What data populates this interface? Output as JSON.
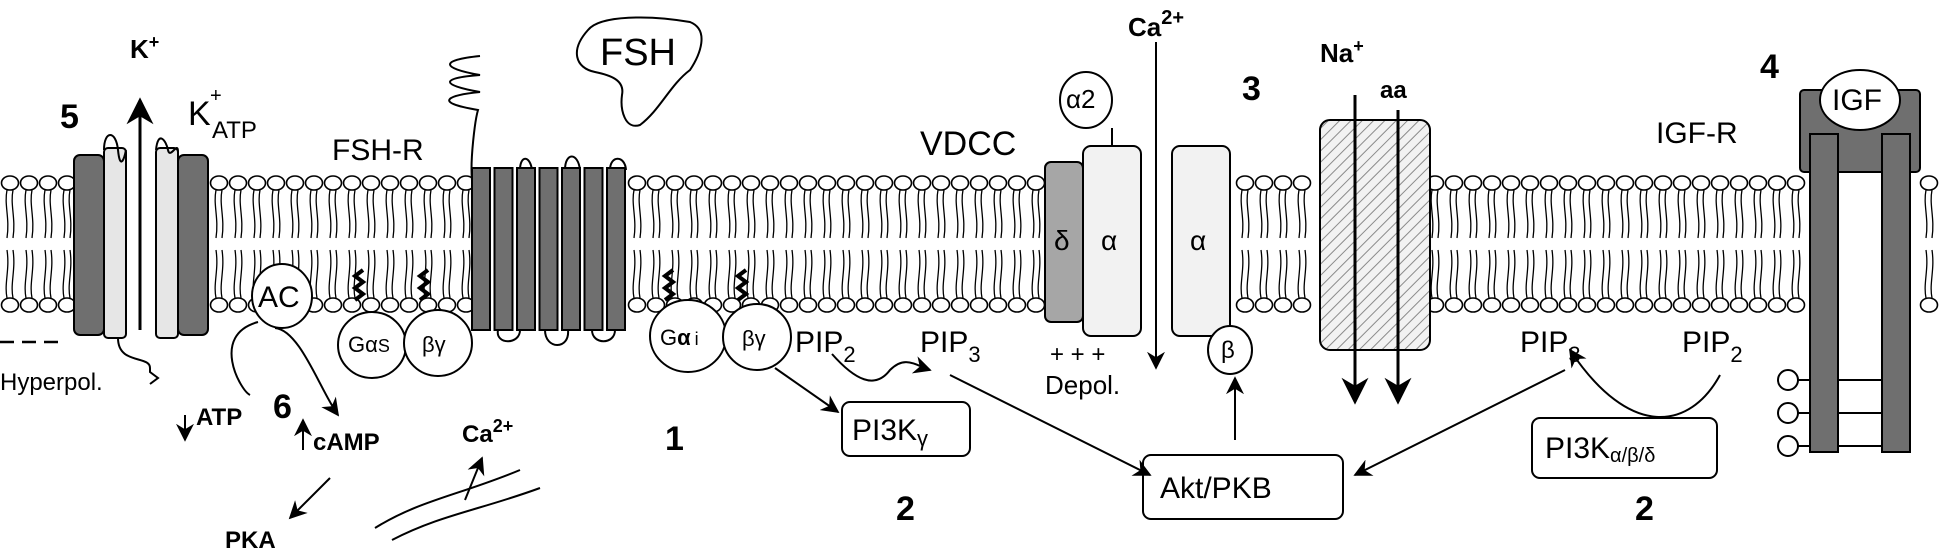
{
  "labels": {
    "n5": "5",
    "n6": "6",
    "n1": "1",
    "n2a": "2",
    "n2b": "2",
    "n3": "3",
    "n4": "4",
    "k_ion": "K",
    "k_charge": "+",
    "katp_k": "K",
    "katp_plus": "+",
    "katp_sub": "ATP",
    "fsh": "FSH",
    "fshr": "FSH-R",
    "vdcc": "VDCC",
    "igfr": "IGF-R",
    "igf": "IGF",
    "ca_top": "Ca",
    "ca_top_sup": "2+",
    "na": "Na",
    "na_sup": "+",
    "aa": "aa",
    "hyperpol": "Hyperpol.",
    "atp": "ATP",
    "camp": "cAMP",
    "pka": "PKA",
    "ca_low": "Ca",
    "ca_low_sup": "2+",
    "ac": "AC",
    "gas_g": "G",
    "gas_a": "α",
    "gas_s": "S",
    "bg1": "βγ",
    "gai_g": "G",
    "gai_a": "α",
    "gai_i": "i",
    "bg2": "βγ",
    "pip2_left": "PIP",
    "pip2_left_sub": "2",
    "pip3_left": "PIP",
    "pip3_left_sub": "3",
    "pip3_right": "PIP",
    "pip3_right_sub": "3",
    "pip2_right": "PIP",
    "pip2_right_sub": "2",
    "pi3kg": "PI3K",
    "pi3kg_sub": "γ",
    "pi3kabd": "PI3K",
    "pi3kabd_sub": "α/β/δ",
    "akt": "Akt/PKB",
    "delta": "δ",
    "alpha1": "α",
    "alpha2_glyph": "α",
    "alpha2_num": "2",
    "alpha3": "α",
    "beta": "β",
    "depol_charges": "+ + +",
    "depol": "Depol."
  },
  "colors": {
    "dark_gray": "#6f6f6f",
    "mid_gray": "#a6a6a6",
    "light_gray": "#e6e6e6",
    "line": "#000000"
  }
}
